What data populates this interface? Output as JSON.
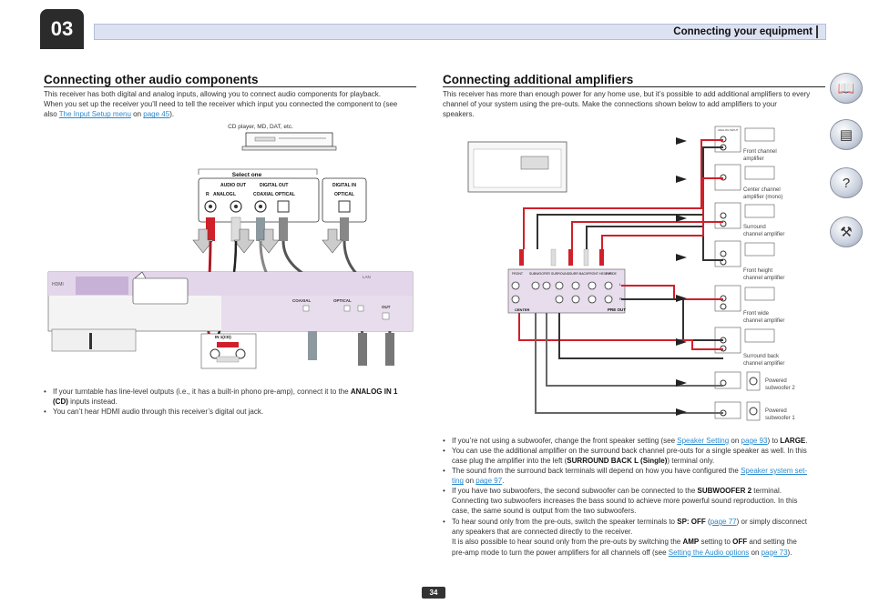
{
  "header": {
    "chapter_number": "03",
    "section_title": "Connecting your equipment"
  },
  "nav_icons": [
    "book-icon",
    "receiver-icon",
    "help-icon",
    "tool-icon"
  ],
  "left": {
    "title": "Connecting other audio components",
    "intro_1": "This receiver has both digital and analog inputs, allowing you to connect audio components for playback.",
    "intro_2": "When you set up the receiver you’ll need to tell the receiver which input you connected the component to (see",
    "intro_3a": "also ",
    "intro_link": "The Input Setup menu",
    "intro_3b": " on ",
    "intro_page": "page 45",
    "intro_3c": ").",
    "figure": {
      "device_label": "CD player, MD, DAT, etc.",
      "select_one": "Select one",
      "audio_out": "AUDIO OUT",
      "r_label": "R",
      "analog": "ANALOG",
      "l_label": "L",
      "digital_out": "DIGITAL OUT",
      "coaxial": "COAXIAL",
      "optical": "OPTICAL",
      "digital_in": "DIGITAL IN",
      "optical_in": "OPTICAL",
      "hdmi": "HDMI",
      "lan": "LAN",
      "out": "OUT",
      "coaxial_panel": "COAXIAL",
      "optical_panel": "OPTICAL",
      "in_cd": "IN 1(CD)"
    },
    "bullet_1a": "If your turntable has line-level outputs (i.e., it has a built-in phono pre-amp), connect it to the ",
    "bullet_1b": "ANALOG IN 1",
    "bullet_1c": "(CD)",
    "bullet_1d": " inputs instead.",
    "bullet_2": "You can’t hear HDMI audio through this receiver’s digital out jack."
  },
  "right": {
    "title": "Connecting additional amplifiers",
    "intro_1": "This receiver has more than enough power for any home use, but it’s possible to add additional amplifiers to every",
    "intro_2": "channel of your system using the pre-outs. Make the connections shown below to add amplifiers to your",
    "intro_3": "speakers.",
    "figure": {
      "pre_out": "PRE OUT",
      "center": "CENTER",
      "front": "FRONT",
      "surround": "SURROUND",
      "subwoofer": "SUBWOOFER",
      "surr_back": "SURR BACK",
      "front_height": "FRONT HEIGHT",
      "front_wide": "F.WIDE",
      "jack_r": "R",
      "jack_l": "L",
      "amp_input": "ANALOG INPUT",
      "amplifiers": [
        {
          "label_1": "Front channel",
          "label_2": "amplifier"
        },
        {
          "label_1": "Center channel",
          "label_2": "amplifier (mono)"
        },
        {
          "label_1": "Surround",
          "label_2": "channel amplifier"
        },
        {
          "label_1": "Front height",
          "label_2": "channel amplifier"
        },
        {
          "label_1": "Front wide",
          "label_2": "channel amplifier"
        },
        {
          "label_1": "Surround back",
          "label_2": "channel amplifier"
        },
        {
          "label_1": "Powered",
          "label_2": "subwoofer 2"
        },
        {
          "label_1": "Powered",
          "label_2": "subwoofer 1"
        }
      ]
    },
    "b1a": "If you’re not using a subwoofer, change the front speaker setting (see ",
    "b1_link": "Speaker Setting",
    "b1b": " on ",
    "b1_page": "page 93",
    "b1c": ") to ",
    "b1d": "LARGE",
    "b1e": ".",
    "b2_l1": "You can use the additional amplifier on the surround back channel pre-outs for a single speaker as well. In this",
    "b2_l2a": "case plug the amplifier into the left (",
    "b2_l2b": "SURROUND BACK L (Single)",
    "b2_l2c": ") terminal only.",
    "b3_l1a": "The sound from the surround back terminals will depend on how you have configured the ",
    "b3_link1": "Speaker system set-",
    "b3_link2": "ting",
    "b3_l2b": " on ",
    "b3_page": "page 97",
    "b3_l2c": ".",
    "b4_l1a": "If you have two subwoofers, the second subwoofer can be connected to the ",
    "b4_l1b": "SUBWOOFER 2",
    "b4_l1c": " terminal.",
    "b4_l2": "Connecting two subwoofers increases the bass sound to achieve more powerful sound reproduction. In this",
    "b4_l3": "case, the same sound is output from the two subwoofers.",
    "b5_l1a": "To hear sound only from the pre-outs, switch the speaker terminals to ",
    "b5_l1b": "SP: OFF",
    "b5_l1c": " (",
    "b5_page1": "page 77",
    "b5_l1d": ") or simply disconnect",
    "b5_l2": "any speakers that are connected directly to the receiver.",
    "b5_l3a": "It is also possible to hear sound only from the pre-outs by switching the ",
    "b5_l3b": "AMP",
    "b5_l3c": " setting to ",
    "b5_l3d": "OFF",
    "b5_l3e": " and setting the",
    "b5_l4a": "pre-amp mode to turn the power amplifiers for all channels off (see ",
    "b5_link": "Setting the Audio options",
    "b5_l4b": " on ",
    "b5_page2": "page 73",
    "b5_l4c": ")."
  },
  "footer": {
    "page_number": "34"
  }
}
